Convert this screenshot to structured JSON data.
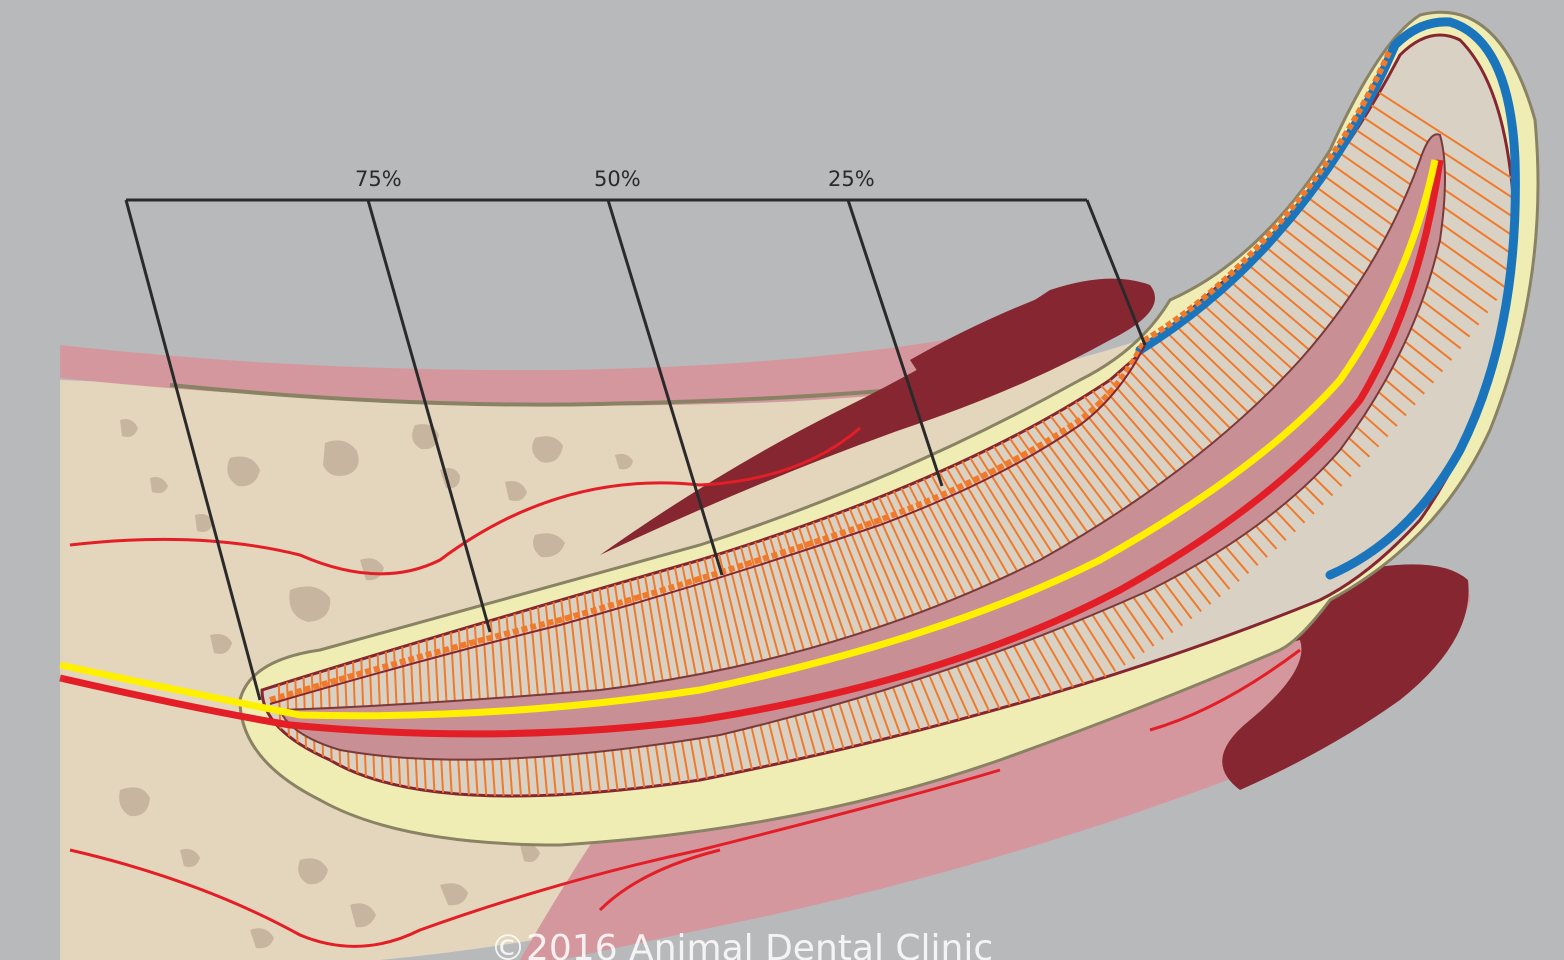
{
  "labels": {
    "pct75": "75%",
    "pct50": "50%",
    "pct25": "25%"
  },
  "copyright": "©2016 Animal Dental Clinic",
  "colors": {
    "background": "#b8b9bb",
    "bone": "#e4d6bc",
    "bone_spots": "#c7b59f",
    "gum": "#d4979d",
    "gum_dark": "#862630",
    "periodontal": "#f0edb4",
    "dentin": "#d9d2c4",
    "dentin_lines": "#f07a2c",
    "pulp": "#c88f95",
    "nerve": "#fff000",
    "vessel": "#e41e26",
    "enamel": "#1a75bc",
    "calculus": "#f07a2c"
  }
}
